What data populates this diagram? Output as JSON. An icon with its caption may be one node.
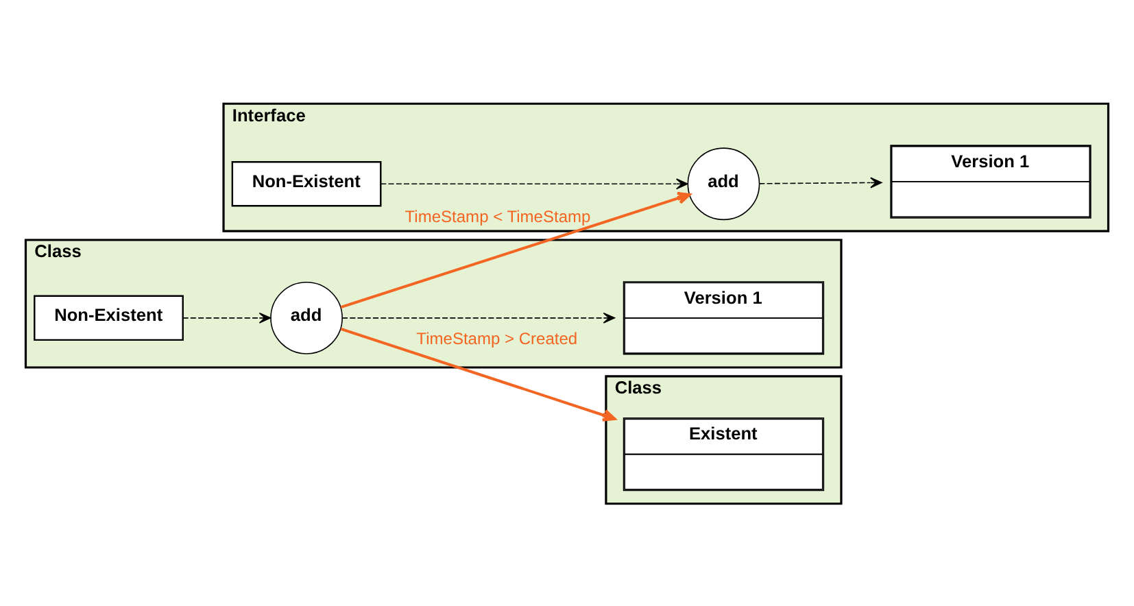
{
  "diagram": {
    "nodes": [
      {
        "text": [
          "Class"
        ]
      },
      {
        "text": [
          "Existent"
        ],
        "in": 0
      },
      {
        "text": [
          "Class"
        ]
      },
      {
        "text": [
          "Non-Existent"
        ],
        "in": 2
      },
      {
        "text": [
          "add"
        ],
        "in": 2
      },
      {
        "text": [
          "Version 1"
        ],
        "in": 2
      },
      {
        "text": [
          "Interface"
        ]
      },
      {
        "text": [
          "Non-Existent"
        ],
        "in": 6
      },
      {
        "text": [
          "add"
        ],
        "in": 6
      },
      {
        "text": [
          "Version 1"
        ],
        "in": 6
      }
    ],
    "edges": [
      {
        "from": 3,
        "to": 4,
        "arrow": "to",
        "style": "dashed"
      },
      {
        "from": 4,
        "to": 5,
        "arrow": "to",
        "style": "dashed"
      },
      {
        "from": 4,
        "to": 1,
        "arrow": "to",
        "label": "TimeStamp > Created",
        "color": "#f26522"
      },
      {
        "from": 4,
        "to": 8,
        "arrow": "to",
        "label": "TimeStamp < TimeStamp",
        "color": "#f26522"
      },
      {
        "from": 7,
        "to": 8,
        "arrow": "to",
        "style": "dashed"
      },
      {
        "from": 8,
        "to": 9,
        "arrow": "to",
        "style": "dashed"
      }
    ]
  }
}
